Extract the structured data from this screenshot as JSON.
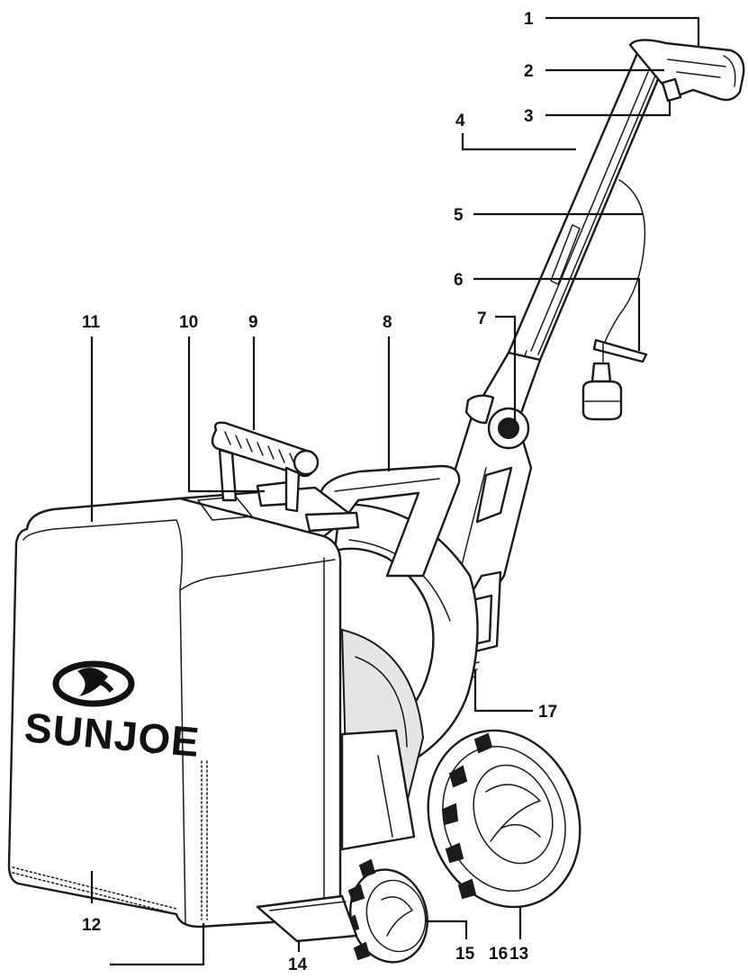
{
  "figure": {
    "brand_text": "SUNJOE",
    "brand_mark": "®",
    "ink_color": "#1a1a1a",
    "background": "#ffffff"
  },
  "callouts": [
    {
      "id": "c1",
      "label": "1"
    },
    {
      "id": "c2",
      "label": "2"
    },
    {
      "id": "c3",
      "label": "3"
    },
    {
      "id": "c4",
      "label": "4"
    },
    {
      "id": "c5",
      "label": "5"
    },
    {
      "id": "c6",
      "label": "6"
    },
    {
      "id": "c7",
      "label": "7"
    },
    {
      "id": "c8",
      "label": "8"
    },
    {
      "id": "c9",
      "label": "9"
    },
    {
      "id": "c10",
      "label": "10"
    },
    {
      "id": "c11",
      "label": "11"
    },
    {
      "id": "c12",
      "label": "12"
    },
    {
      "id": "c13",
      "label": "13"
    },
    {
      "id": "c14",
      "label": "14"
    },
    {
      "id": "c15",
      "label": "15"
    },
    {
      "id": "c16",
      "label": "16"
    },
    {
      "id": "c17",
      "label": "17"
    }
  ]
}
